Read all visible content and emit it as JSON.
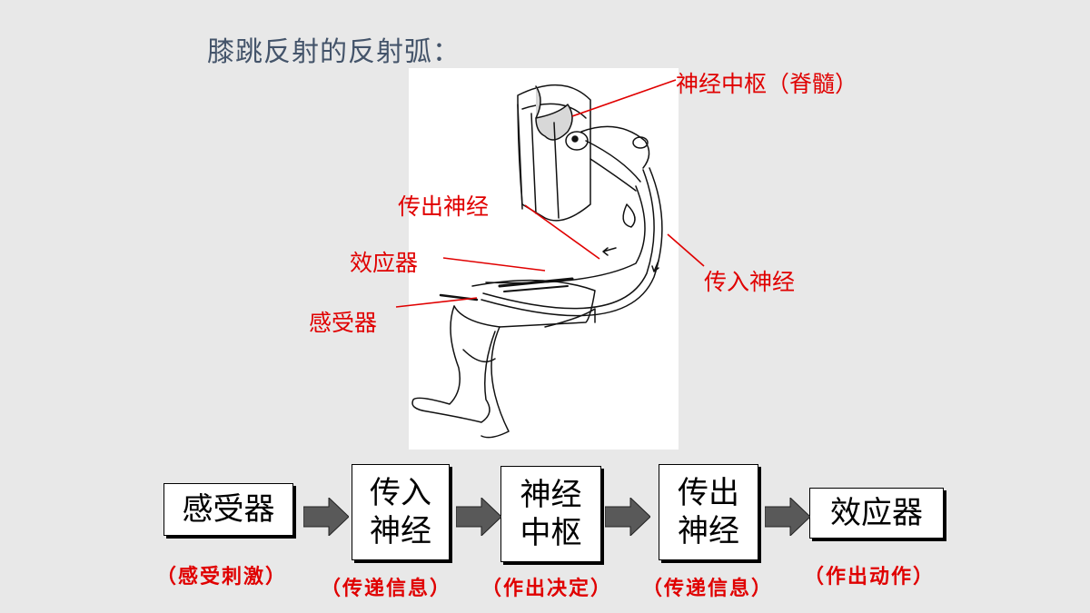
{
  "title": "膝跳反射的反射弧：",
  "figure_labels": {
    "center": "神经中枢（脊髓）",
    "efferent": "传出神经",
    "effector": "效应器",
    "afferent": "传入神经",
    "receptor": "感受器"
  },
  "flow": {
    "boxes": [
      {
        "line1": "感受器",
        "line2": ""
      },
      {
        "line1": "传入",
        "line2": "神经"
      },
      {
        "line1": "神经",
        "line2": "中枢"
      },
      {
        "line1": "传出",
        "line2": "神经"
      },
      {
        "line1": "效应器",
        "line2": ""
      }
    ],
    "captions": [
      "（感受刺激）",
      "（传递信息）",
      "（作出决定）",
      "（传递信息）",
      "（作出动作）"
    ]
  },
  "colors": {
    "label": "#e00000",
    "title": "#44546a",
    "arrow": "#595959"
  }
}
